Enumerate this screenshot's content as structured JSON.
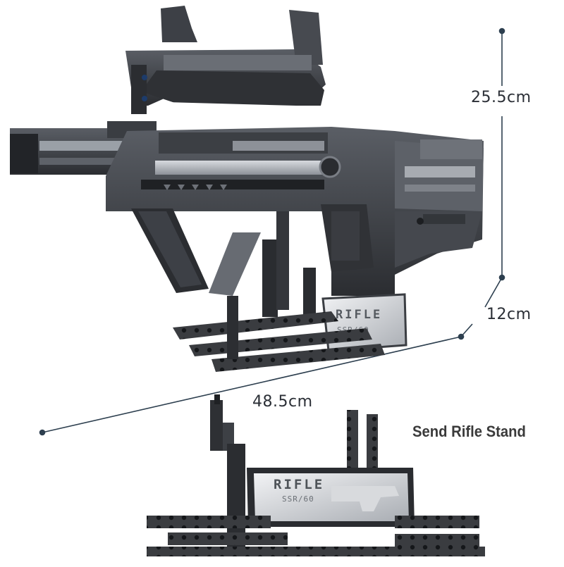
{
  "product": {
    "name": "brick rifle model with stand",
    "magazine_label": "RIFLE",
    "magazine_sublabel": "SSR/60",
    "stand_label": "RIFLE",
    "stand_sublabel": "SSR/60"
  },
  "dimensions": {
    "height": "25.5cm",
    "depth": "12cm",
    "length": "48.5cm"
  },
  "promo": {
    "text": "Send Rifle Stand"
  },
  "colors": {
    "dim_line": "#2d3f4f",
    "brick_dark": "#2e3034",
    "brick_mid": "#4a4d53",
    "brick_light": "#8a8e95",
    "brick_highlight": "#c9cdd2"
  }
}
